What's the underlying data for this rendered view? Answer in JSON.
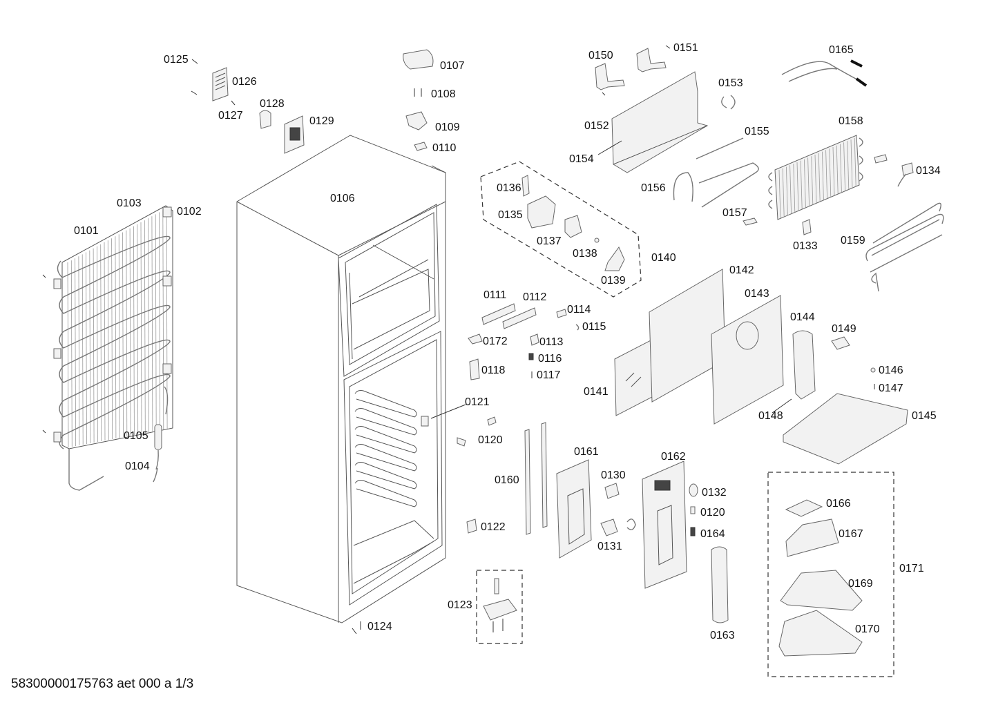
{
  "diagram": {
    "footer": "58300000175763 aet 000 a 1/3",
    "labels": [
      "0101",
      "0102",
      "0103",
      "0104",
      "0105",
      "0106",
      "0107",
      "0108",
      "0109",
      "0110",
      "0111",
      "0112",
      "0113",
      "0114",
      "0115",
      "0116",
      "0117",
      "0118",
      "0120",
      "0120",
      "0121",
      "0122",
      "0123",
      "0124",
      "0125",
      "0126",
      "0127",
      "0128",
      "0129",
      "0130",
      "0131",
      "0132",
      "0133",
      "0134",
      "0135",
      "0136",
      "0137",
      "0138",
      "0139",
      "0140",
      "0141",
      "0142",
      "0143",
      "0144",
      "0145",
      "0146",
      "0147",
      "0148",
      "0149",
      "0150",
      "0151",
      "0152",
      "0153",
      "0154",
      "0155",
      "0156",
      "0157",
      "0158",
      "0159",
      "0160",
      "0161",
      "0162",
      "0163",
      "0164",
      "0165",
      "0166",
      "0167",
      "0169",
      "0170",
      "0171",
      "0172"
    ]
  }
}
